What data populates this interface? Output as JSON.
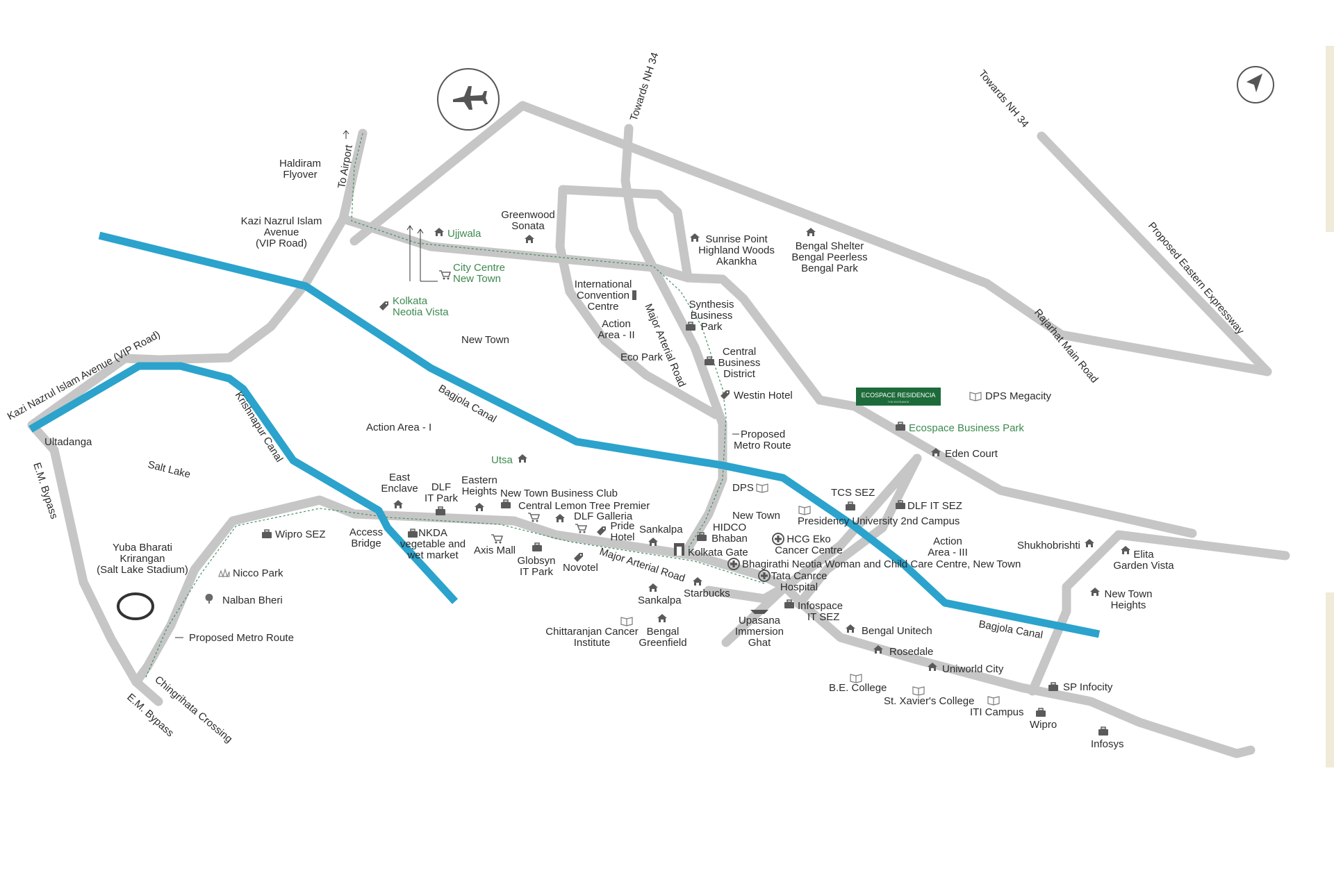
{
  "roads_labels": {
    "vip_road_left": "Kazi Nazrul Islam Avenue (VIP Road)",
    "em_bypass_top": "E.M. Bypass",
    "em_bypass_bottom": "E.M. Bypass",
    "chingrihata": "Chingrihata Crossing",
    "krishnapur": "Krishnapur Canal",
    "bagjola_top": "Bagjola Canal",
    "bagjola_bottom": "Bagjola Canal",
    "major_arterial_top": "Major Arterial Road",
    "major_arterial_bottom": "Major Arterial Road",
    "rajarhat": "Rajarhat Main Road",
    "eastern_expressway": "Proposed Eastern Expressway",
    "towards_nh34_top": "Towards NH 34",
    "towards_nh34_right": "Towards NH 34",
    "to_airport": "To Airport"
  },
  "places": {
    "haldiram": [
      "Haldiram",
      "Flyover"
    ],
    "vip_road_label": [
      "Kazi Nazrul Islam",
      "Avenue",
      "(VIP Road)"
    ],
    "ujjwala": "Ujjwala",
    "greenwood": [
      "Greenwood",
      "Sonata"
    ],
    "city_centre": [
      "City Centre",
      "New Town"
    ],
    "neotia_vista": [
      "Kolkata",
      "Neotia Vista"
    ],
    "new_town": "New Town",
    "intl_convention": [
      "International",
      "Convention",
      "Centre"
    ],
    "action_area_2": [
      "Action",
      "Area - II"
    ],
    "eco_park": "Eco Park",
    "sunrise": [
      "Sunrise Point",
      "Highland Woods",
      "Akankha"
    ],
    "bengal_shelter": [
      "Bengal Shelter",
      "Bengal Peerless",
      "Bengal Park"
    ],
    "synthesis": [
      "Synthesis",
      "Business",
      "Park"
    ],
    "cbd": [
      "Central",
      "Business",
      "District"
    ],
    "westin": "Westin Hotel",
    "proposed_metro_1": [
      "Proposed",
      "Metro Route"
    ],
    "ecospace_residencia": "ECOSPACE RESIDENCIA",
    "ecospace_residencia_sub": "THE ENTRANCE",
    "dps_megacity": "DPS Megacity",
    "ecospace_bp": "Ecospace Business Park",
    "eden_court": "Eden Court",
    "ultadanga": "Ultadanga",
    "salt_lake": "Salt Lake",
    "action_area_1": "Action Area - I",
    "utsa": "Utsa",
    "east_enclave": [
      "East",
      "Enclave"
    ],
    "dlf_it_park": [
      "DLF",
      "IT Park"
    ],
    "eastern_heights": [
      "Eastern",
      "Heights"
    ],
    "new_town_business_club": "New Town Business Club",
    "central_lemon": "Central Lemon Tree Premier",
    "dlf_galleria": "DLF Galleria",
    "pride_hotel": [
      "Pride",
      "Hotel"
    ],
    "sankalpa_1": "Sankalpa",
    "dps": "DPS",
    "new_town_2": "New Town",
    "hidco": [
      "HIDCO",
      "Bhaban"
    ],
    "tcs_sez": "TCS SEZ",
    "dlf_it_sez": "DLF IT SEZ",
    "presidency": "Presidency University 2nd Campus",
    "wipro_sez": "Wipro SEZ",
    "access_bridge": [
      "Access",
      "Bridge"
    ],
    "nkda": [
      "NKDA",
      "vegetable and",
      "wet market"
    ],
    "axis_mall": "Axis Mall",
    "globsyn": [
      "Globsyn",
      "IT Park"
    ],
    "novotel": "Novotel",
    "kolkata_gate": "Kolkata Gate",
    "hcg": [
      "HCG Eko",
      "Cancer Centre"
    ],
    "action_area_3": [
      "Action",
      "Area - III"
    ],
    "shukhobrishti": "Shukhobrishti",
    "elita": [
      "Elita",
      "Garden Vista"
    ],
    "bhagirathi": "Bhagirathi Neotia Woman and Child Care Centre, New Town",
    "tata": [
      "Tata Canrce",
      "Hospital"
    ],
    "yuba_bharati": [
      "Yuba Bharati",
      "Krirangan",
      "(Salt Lake Stadium)"
    ],
    "nicco": "Nicco Park",
    "nalban": "Nalban Bheri",
    "proposed_metro_2": "Proposed Metro Route",
    "sankalpa_2": "Sankalpa",
    "starbucks": "Starbucks",
    "upasana": [
      "Upasana",
      "Immersion",
      "Ghat"
    ],
    "infospace": [
      "Infospace",
      "IT SEZ"
    ],
    "new_town_heights": [
      "New Town",
      "Heights"
    ],
    "chittaranjan": [
      "Chittaranjan Cancer",
      "Institute"
    ],
    "bengal_greenfield": [
      "Bengal",
      "Greenfield"
    ],
    "bengal_unitech": "Bengal Unitech",
    "rosedale": "Rosedale",
    "uniworld": "Uniworld City",
    "be_college": "B.E. College",
    "st_xaviers": "St. Xavier's College",
    "iti_campus": "ITI Campus",
    "sp_infocity": "SP Infocity",
    "wipro": "Wipro",
    "infosys": "Infosys"
  },
  "icons": {
    "airport": "airplane-icon",
    "north": "north-arrow-icon"
  },
  "colors": {
    "road": "#c6c6c6",
    "canal": "#2ba3cc",
    "green_label": "#3c8a4e",
    "ecospace_badge": "#1d6b3a"
  }
}
